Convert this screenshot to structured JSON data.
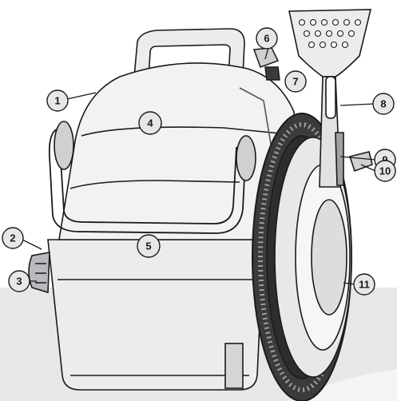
{
  "colors": {
    "floor_band": "#e6e7e8",
    "outline": "#1a1a1a",
    "body_fill": "#ececed",
    "body_shade": "#d5d6d8",
    "callout_fill": "#e6e7e8"
  },
  "callouts": [
    {
      "number": "1"
    },
    {
      "number": "2"
    },
    {
      "number": "3"
    },
    {
      "number": "4"
    },
    {
      "number": "5"
    },
    {
      "number": "6"
    },
    {
      "number": "7"
    },
    {
      "number": "8"
    },
    {
      "number": "9"
    },
    {
      "number": "10"
    },
    {
      "number": "11"
    }
  ]
}
